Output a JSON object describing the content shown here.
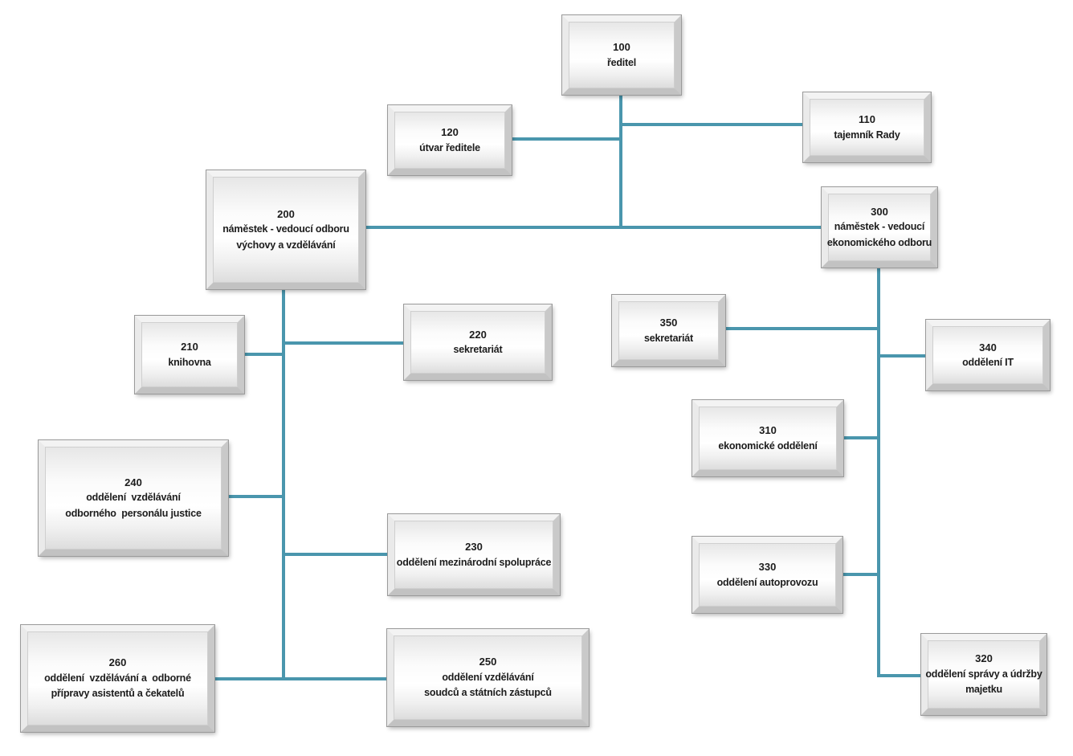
{
  "diagram": {
    "type": "org-chart",
    "connector_color": "#4a96ad",
    "box_border_color": "#9a9a9a",
    "text_color": "#1c1c1c",
    "nodes": {
      "n100": {
        "code": "100",
        "label": "ředitel"
      },
      "n110": {
        "code": "110",
        "label": "tajemník Rady"
      },
      "n120": {
        "code": "120",
        "label": "útvar ředitele"
      },
      "n200": {
        "code": "200",
        "label": "náměstek - vedoucí odboru\nvýchovy a vzdělávání"
      },
      "n300": {
        "code": "300",
        "label": "náměstek - vedoucí\nekonomického odboru"
      },
      "n210": {
        "code": "210",
        "label": "knihovna"
      },
      "n220": {
        "code": "220",
        "label": "sekretariát"
      },
      "n240": {
        "code": "240",
        "label": "oddělení  vzdělávání\nodborného  personálu justice"
      },
      "n230": {
        "code": "230",
        "label": "oddělení mezinárodní spolupráce"
      },
      "n260": {
        "code": "260",
        "label": "oddělení  vzdělávání a  odborné\npřípravy asistentů a čekatelů"
      },
      "n250": {
        "code": "250",
        "label": "oddělení vzdělávání\nsoudců a státních zástupců"
      },
      "n350": {
        "code": "350",
        "label": "sekretariát"
      },
      "n340": {
        "code": "340",
        "label": "oddělení IT"
      },
      "n310": {
        "code": "310",
        "label": "ekonomické oddělení"
      },
      "n330": {
        "code": "330",
        "label": "oddělení autoprovozu"
      },
      "n320": {
        "code": "320",
        "label": "oddělení správy a údržby\nmajetku"
      }
    },
    "edges": [
      {
        "from": "100",
        "to": "120"
      },
      {
        "from": "100",
        "to": "110"
      },
      {
        "from": "100",
        "to": "200"
      },
      {
        "from": "100",
        "to": "300"
      },
      {
        "from": "200",
        "to": "210"
      },
      {
        "from": "200",
        "to": "220"
      },
      {
        "from": "200",
        "to": "240"
      },
      {
        "from": "200",
        "to": "230"
      },
      {
        "from": "200",
        "to": "260"
      },
      {
        "from": "200",
        "to": "250"
      },
      {
        "from": "300",
        "to": "350"
      },
      {
        "from": "300",
        "to": "340"
      },
      {
        "from": "300",
        "to": "310"
      },
      {
        "from": "300",
        "to": "330"
      },
      {
        "from": "300",
        "to": "320"
      }
    ]
  }
}
